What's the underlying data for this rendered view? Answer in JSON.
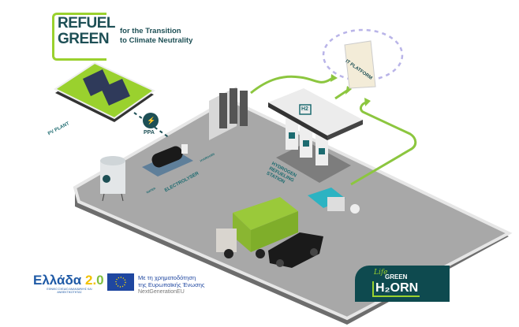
{
  "logo": {
    "line1": "REFUEL",
    "line2": "GREEN",
    "tagline1": "for the Transition",
    "tagline2": "to Climate Neutrality"
  },
  "labels": {
    "pv_plant": "PV PLANT",
    "ppa": "PPA",
    "electrolyser": "ELECTROLYSER",
    "water": "WATER",
    "hydrogen_flow": "HYDROGEN",
    "station1": "HYDROGEN",
    "station2": "REFUELING",
    "station3": "STATION",
    "it_platform": "IT PLATFORM",
    "h2_sign": "H2"
  },
  "footer": {
    "ellada_a": "Ελλάδα ",
    "ellada_b": "2.",
    "ellada_c": "0",
    "ellada_sub": "ΕΘΝΙΚΟ ΣΧΕΔΙΟ ΑΝΑΚΑΜΨΗΣ ΚΑΙ ΑΝΘΕΚΤΙΚΟΤΗΤΑΣ",
    "eu_line1": "Με τη χρηματοδότηση",
    "eu_line2": "της Ευρωπαϊκής Ένωσης",
    "eu_line3": "NextGenerationEU",
    "horn_life": "Life",
    "horn_green": "GREEN",
    "horn_h2orn": "H₂ORN"
  },
  "colors": {
    "accent": "#8cc63f",
    "dark": "#1d4f55",
    "platform": "#a9a9a9"
  }
}
